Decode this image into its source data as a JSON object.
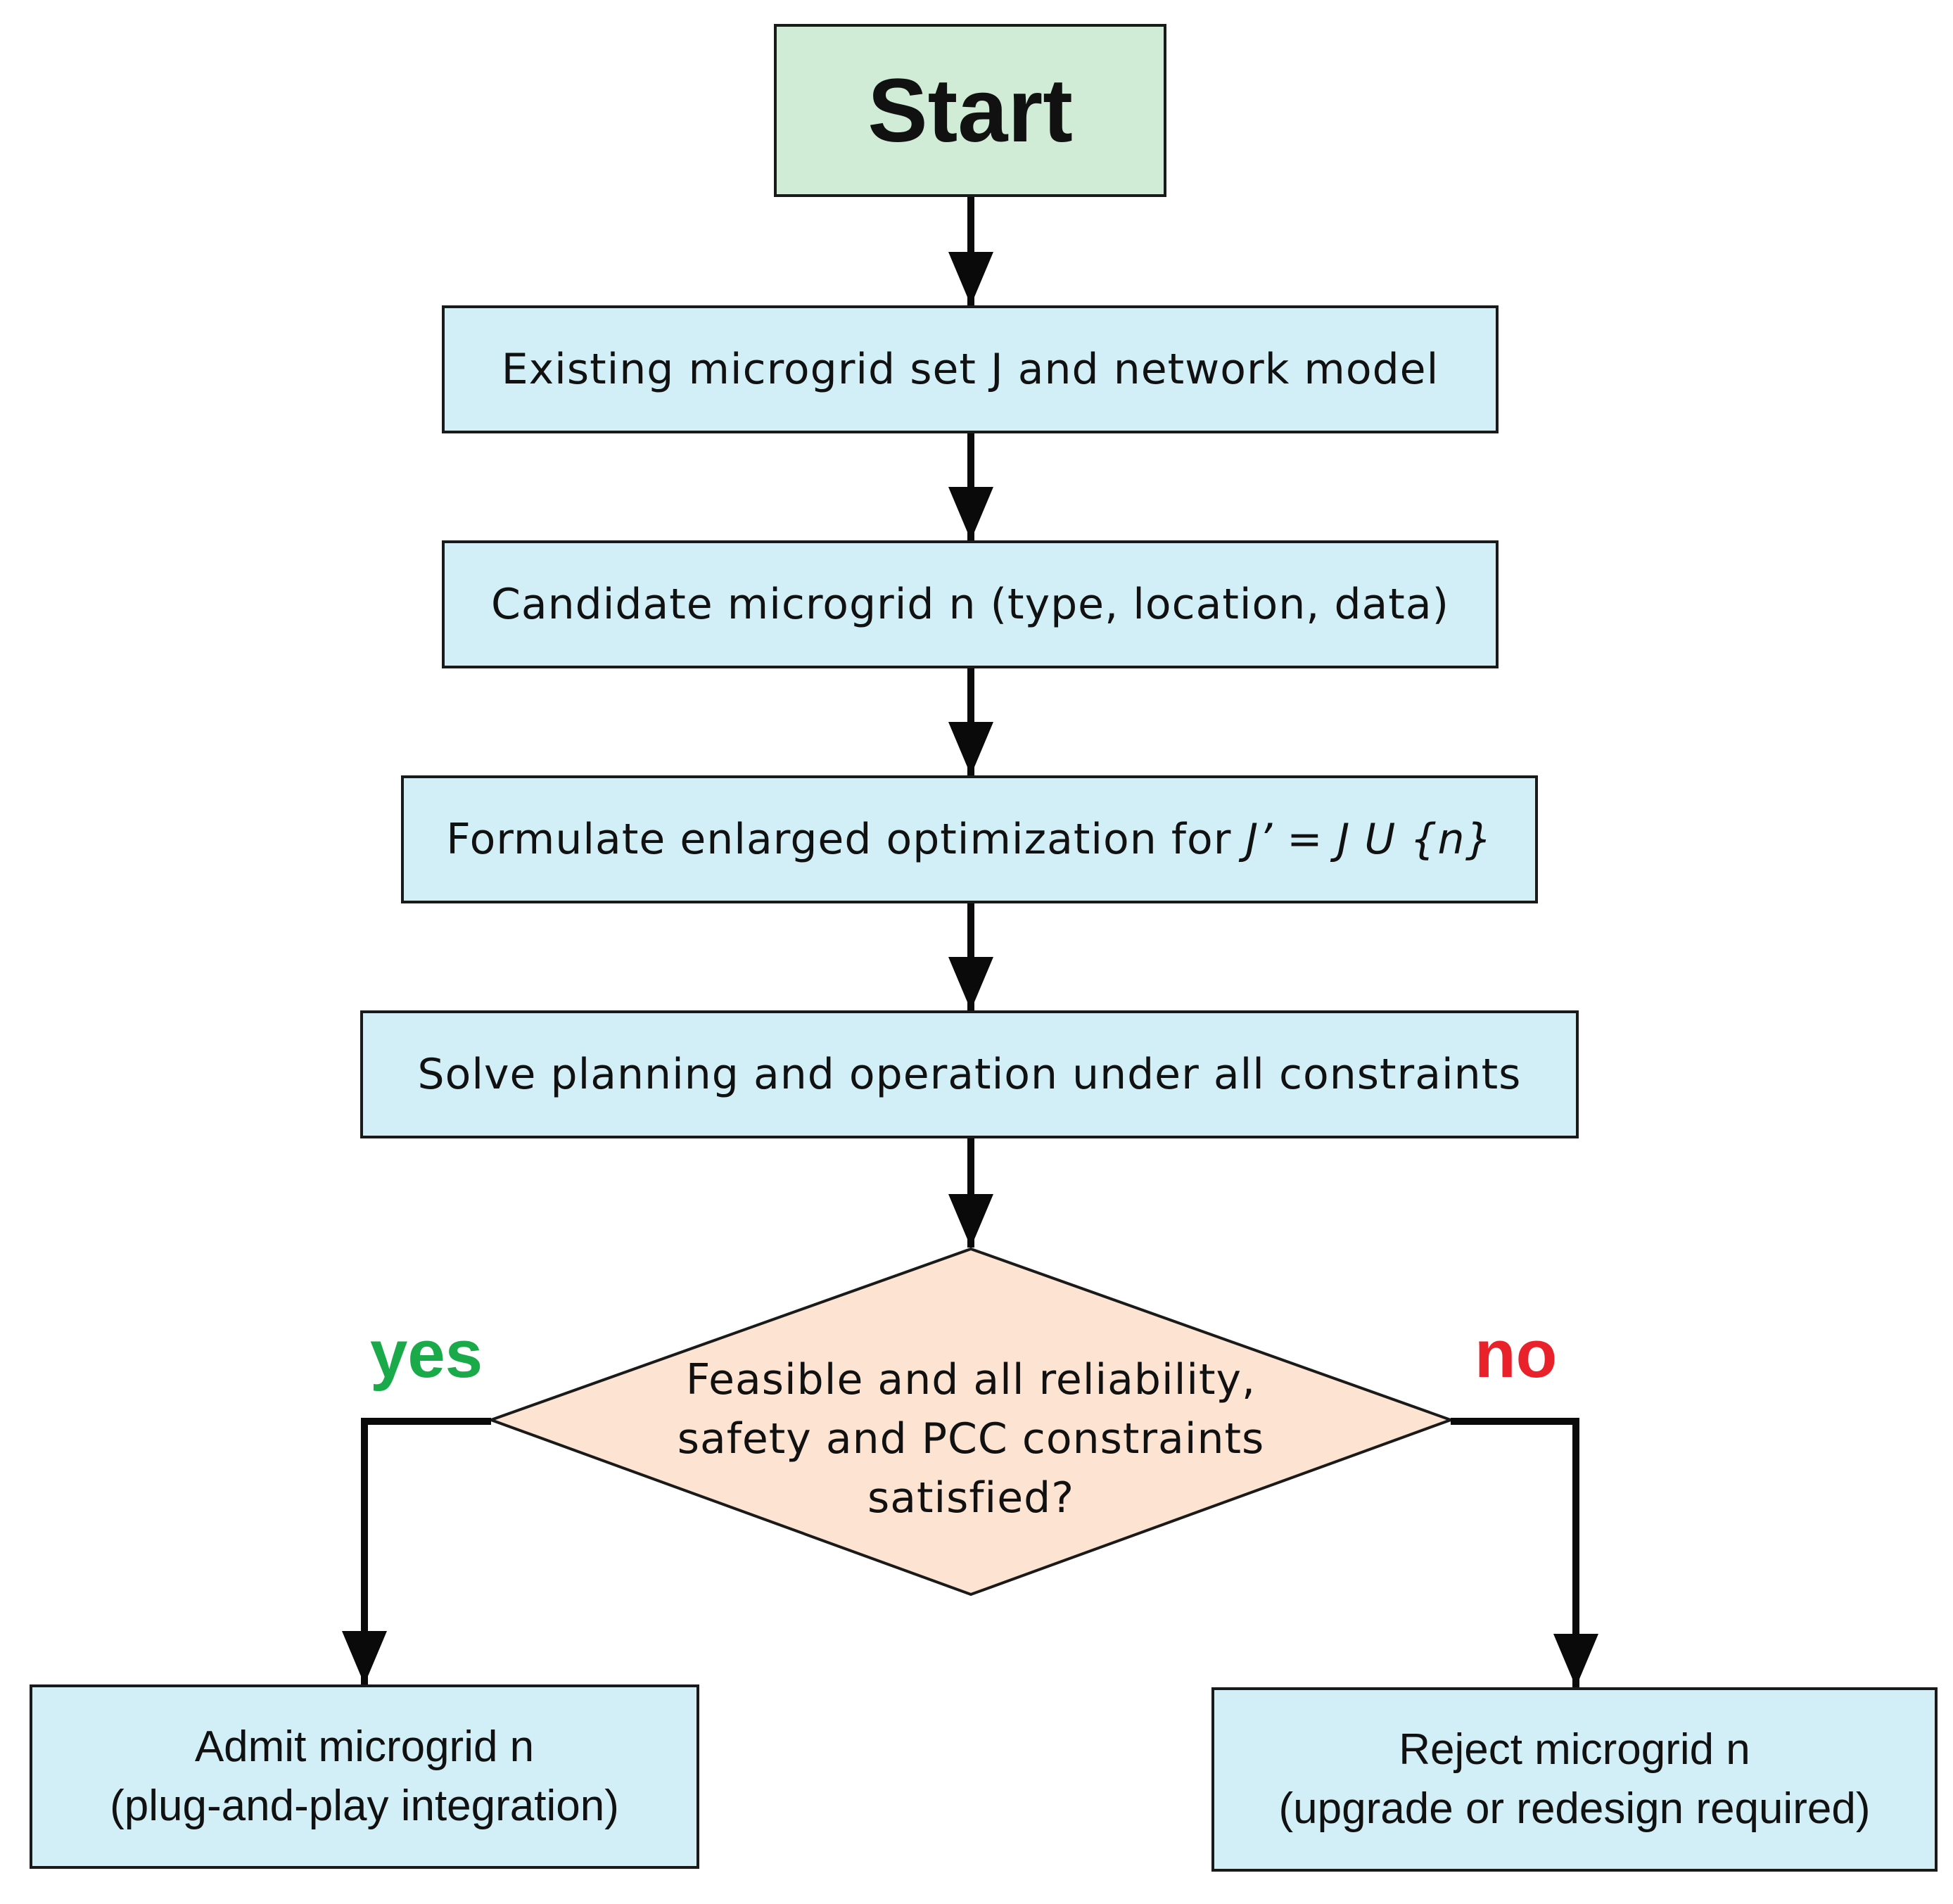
{
  "nodes": {
    "start": "Start",
    "existing": "Existing microgrid set J and network model",
    "candidate": "Candidate microgrid n (type, location, data)",
    "formulate": {
      "text": "Formulate enlarged optimization for ",
      "formula": "J’ = J U {n}"
    },
    "solve": "Solve planning and operation under all constraints",
    "decision": {
      "line1": "Feasible and all reliability,",
      "line2": "safety and PCC constraints",
      "line3": "satisfied?"
    },
    "admit": {
      "line1": "Admit microgrid n",
      "line2": "(plug-and-play integration)"
    },
    "reject": {
      "line1": "Reject microgrid n",
      "line2": "(upgrade or redesign required)"
    }
  },
  "branches": {
    "yes": "yes",
    "no": "no"
  },
  "colors": {
    "start_fill": "#d0ecd6",
    "process_fill": "#d2eef6",
    "decision_fill": "#fde3d2",
    "yes_label": "#1aaa4a",
    "no_label": "#e8212b",
    "line": "#0a0a0a"
  }
}
